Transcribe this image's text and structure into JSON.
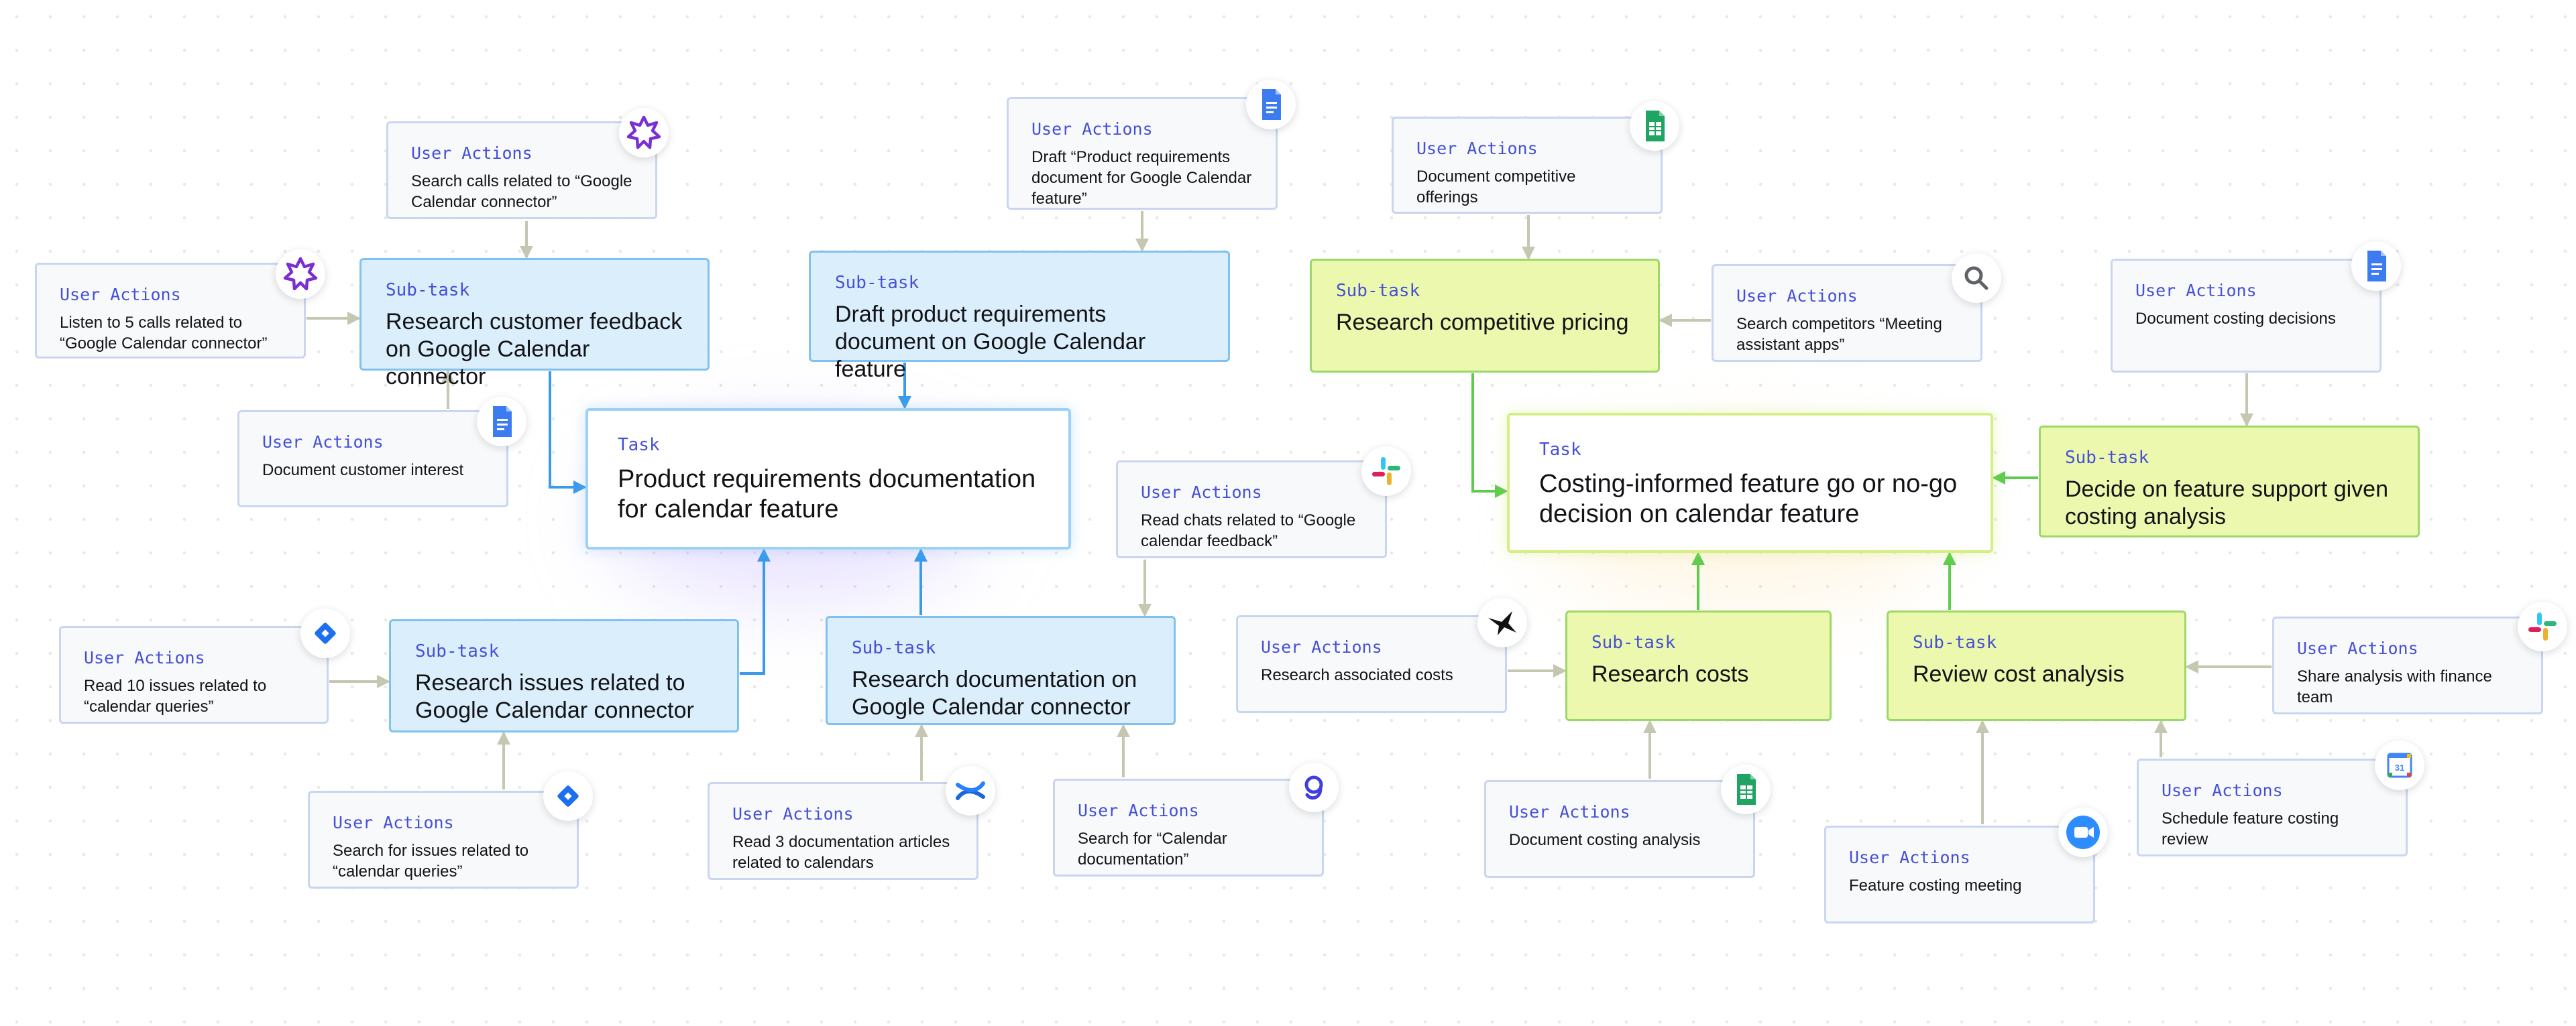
{
  "colors": {
    "label_accent": "#4550d6",
    "user_action_fill": "#f8f9fb",
    "user_action_border": "#c8d6f0",
    "blue_subtask_fill": "#dbeefb",
    "blue_subtask_border": "#80c1f0",
    "green_subtask_fill": "#ecf8ad",
    "green_subtask_border": "#9cd868",
    "blue_arrow": "#3a9bec",
    "green_arrow": "#5ccc4c",
    "gray_arrow": "#c6c7b0"
  },
  "labels": {
    "user_actions": "User Actions",
    "sub_task": "Sub-task",
    "task": "Task"
  },
  "tasks": {
    "product_requirements": "Product requirements documentation for calendar feature",
    "costing_decision": "Costing-informed feature go or no-go decision on calendar feature"
  },
  "subtasks": {
    "research_feedback": "Research customer feedback on Google Calendar connector",
    "draft_prd": "Draft product requirements document on Google Calendar feature",
    "research_issues": "Research issues related to Google Calendar connector",
    "research_docs": "Research documentation on Google Calendar connector",
    "competitive_pricing": "Research competitive pricing",
    "decide_support": "Decide on feature support given costing analysis",
    "research_costs": "Research costs",
    "review_cost": "Review cost analysis"
  },
  "user_actions": {
    "search_calls": "Search calls related to “Google Calendar connector”",
    "listen_calls": "Listen to 5 calls related to “Google Calendar connector”",
    "doc_interest": "Document customer interest",
    "draft_doc": "Draft “Product requirements document for Google Calendar feature”",
    "read_chats": "Read chats related to “Google calendar feedback”",
    "read_issues": "Read 10 issues related to “calendar queries”",
    "search_issues": "Search for issues related to “calendar queries”",
    "read_articles": "Read 3 documentation articles related to calendars",
    "search_docs": "Search for “Calendar documentation”",
    "doc_competitive": "Document competitive offerings",
    "search_competitors": "Search competitors “Meeting assistant apps”",
    "doc_costing_decisions": "Document costing decisions",
    "research_assoc_costs": "Research associated costs",
    "doc_costing_analysis": "Document costing analysis",
    "feature_meeting": "Feature costing meeting",
    "share_analysis": "Share analysis with finance team",
    "schedule_review": "Schedule feature costing review"
  },
  "icons": {
    "search_calls": "gong-icon",
    "listen_calls": "gong-icon",
    "doc_interest": "google-docs-icon",
    "draft_doc": "google-docs-icon",
    "read_chats": "slack-icon",
    "read_issues": "jira-icon",
    "search_issues": "jira-icon",
    "read_articles": "confluence-icon",
    "search_docs": "glean-icon",
    "doc_competitive": "google-sheets-icon",
    "search_competitors": "search-icon",
    "doc_costing_decisions": "google-docs-icon",
    "research_assoc_costs": "bird-icon",
    "doc_costing_analysis": "google-sheets-icon",
    "feature_meeting": "video-call-icon",
    "share_analysis": "slack-icon",
    "schedule_review": "google-calendar-icon"
  }
}
